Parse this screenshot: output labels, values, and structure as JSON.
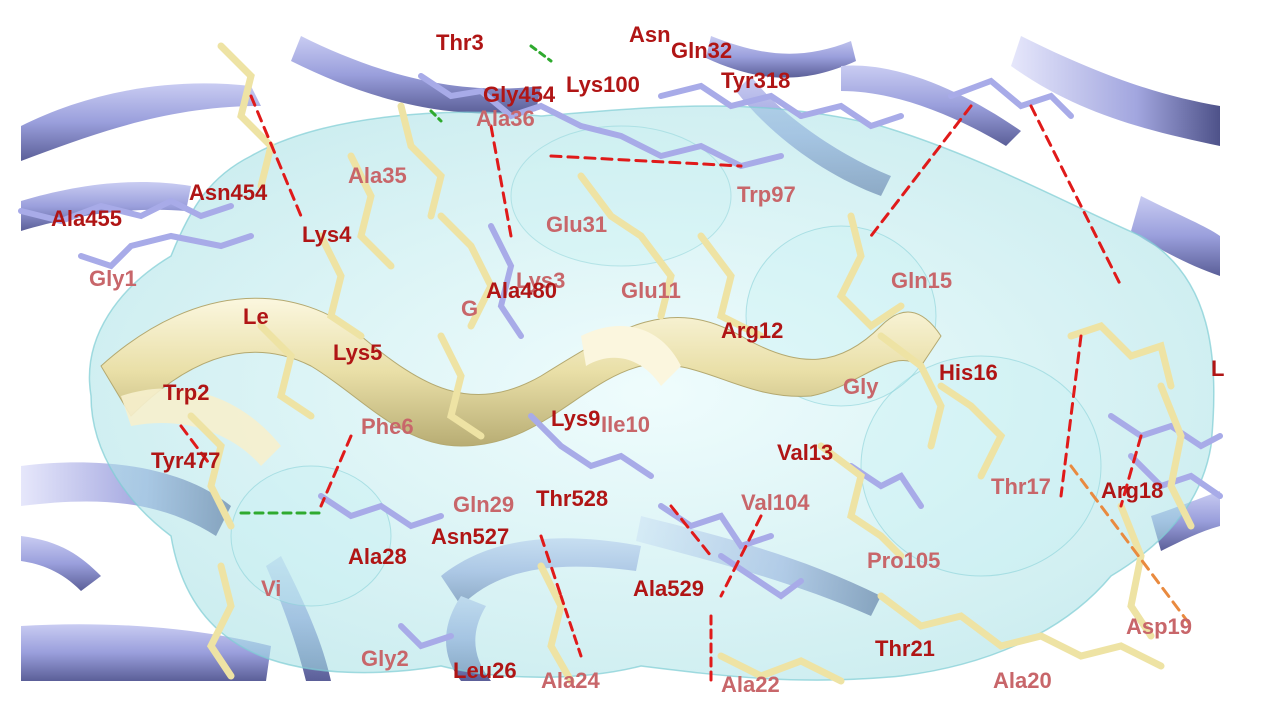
{
  "scene": {
    "type": "molecular structure rendering",
    "style": "ribbon + stick with translucent molecular surface",
    "colors": {
      "ribbon": "#9a9fdc",
      "ribbon_dark": "#5b5f98",
      "ligand_stick": "#eee3a4",
      "protein_stick": "#a8abe8",
      "surface": "#b8ecef",
      "hbond": "#e01a1a",
      "hbond_green": "#2faa2f",
      "contact_orange": "#e98a3f",
      "label": "#b01515",
      "label_faded": "#c8666a"
    }
  },
  "labels": {
    "thr3": "Thr3",
    "asn": "Asn",
    "gln32": "Gln32",
    "lys100": "Lys100",
    "tyr318": "Tyr318",
    "gly454": "Gly454",
    "ala36": "Ala36",
    "asn454": "Asn454",
    "ala35": "Ala35",
    "ala455": "Ala455",
    "lys4": "Lys4",
    "trp97": "Trp97",
    "glu31": "Glu31",
    "gly1": "Gly1",
    "lys3": "Lys3",
    "ala480": "Ala480",
    "glu11": "Glu11",
    "gln15": "Gln15",
    "g_frag": "G",
    "le_frag": "Le",
    "arg12": "Arg12",
    "lys5": "Lys5",
    "gly": "Gly",
    "his16": "His16",
    "trp2": "Trp2",
    "lys9": "Lys9",
    "ile10": "Ile10",
    "phe6": "Phe6",
    "tyr477": "Tyr477",
    "val13": "Val13",
    "thr17": "Thr17",
    "arg18": "Arg18",
    "gln29": "Gln29",
    "thr528": "Thr528",
    "val104": "Val104",
    "ala28": "Ala28",
    "asn527": "Asn527",
    "pro105": "Pro105",
    "vi_frag": "Vi",
    "ala529": "Ala529",
    "asp19": "Asp19",
    "thr21": "Thr21",
    "gly2": "Gly2",
    "leu26": "Leu26",
    "ala24": "Ala24",
    "ala20": "Ala20",
    "ala22": "Ala22",
    "l_frag": "L"
  }
}
